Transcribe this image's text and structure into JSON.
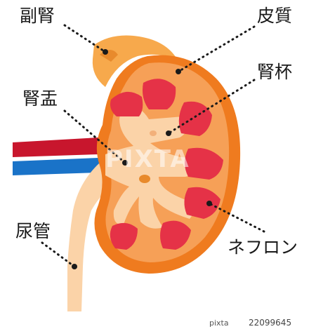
{
  "labels": {
    "adrenal": "副腎",
    "cortex": "皮質",
    "calyx": "腎杯",
    "pelvis": "腎盂",
    "ureter": "尿管",
    "nephron": "ネフロン"
  },
  "watermark": "PIXTA",
  "footer": {
    "brand": "pixta",
    "image_id": "22099645"
  },
  "colors": {
    "kidney_outer": "#ef7b1f",
    "kidney_inner": "#f6a057",
    "medulla": "#fbd3a8",
    "pyramid": "#e53247",
    "adrenal": "#f7a94c",
    "artery": "#c8162d",
    "vein": "#1a73c8",
    "ureter": "#fbd3a8"
  }
}
